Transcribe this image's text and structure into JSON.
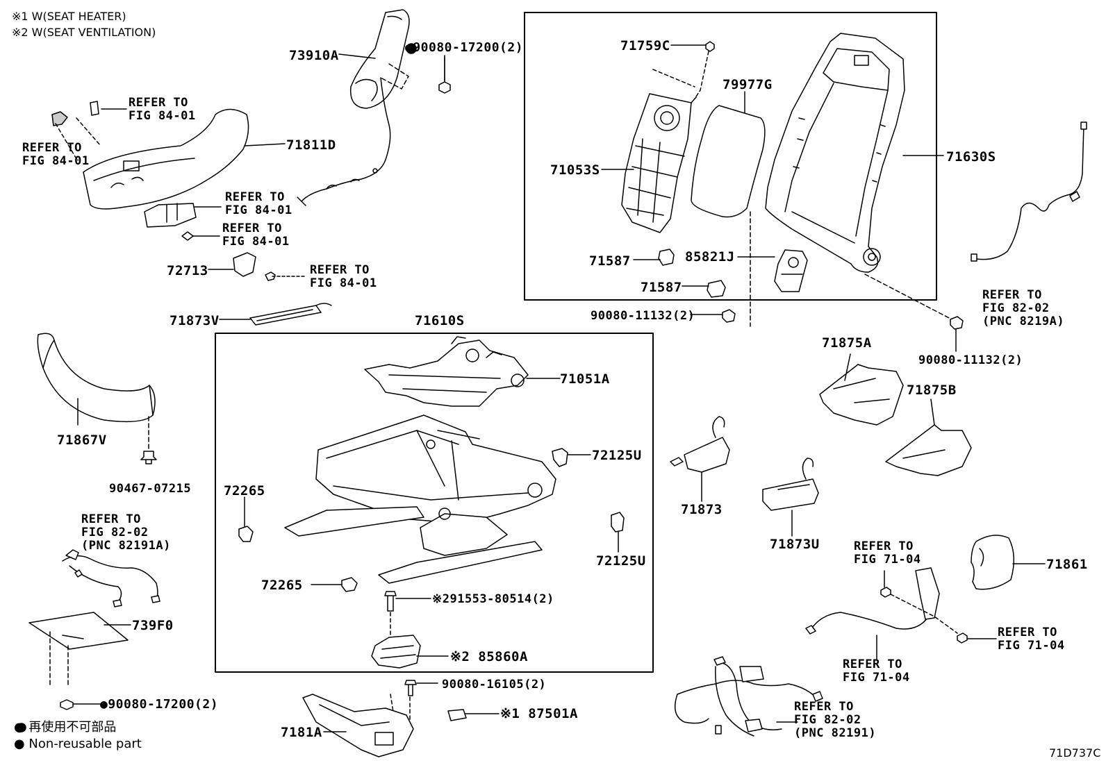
{
  "header_notes": {
    "note1": "※1 W(SEAT HEATER)",
    "note2": "※2 W(SEAT VENTILATION)"
  },
  "diagram_code": "71D737C",
  "legend": {
    "line1": "● 再使用不可部品",
    "line2": "● Non-reusable part"
  },
  "parts": {
    "p73910A": "73910A",
    "p90080_17200_top": "●90080-17200(2)",
    "p71811D": "71811D",
    "p72713": "72713",
    "p71873V": "71873V",
    "p71867V": "71867V",
    "p90467_07215": "90467-07215",
    "p739F0": "739F0",
    "p90080_17200_bot": "●90080-17200(2)",
    "p71759C": "71759C",
    "p79977G": "79977G",
    "p71053S": "71053S",
    "p71587_a": "71587",
    "p71587_b": "71587",
    "p85821J": "85821J",
    "p71630S": "71630S",
    "p90080_11132_a": "90080-11132(2)",
    "p90080_11132_b": "90080-11132(2)",
    "p71610S": "71610S",
    "p71051A": "71051A",
    "p72125U_a": "72125U",
    "p72125U_b": "72125U",
    "p72265_a": "72265",
    "p72265_b": "72265",
    "p91553": "※291553-80514(2)",
    "p85860A": "※2 85860A",
    "p90080_16105": "90080-16105(2)",
    "p87501A": "※1 87501A",
    "p7181A": "7181A",
    "p71875A": "71875A",
    "p71875B": "71875B",
    "p71873": "71873",
    "p71873U": "71873U",
    "p71861": "71861"
  },
  "refs": {
    "r1": [
      "REFER TO",
      "FIG 84-01"
    ],
    "r2": [
      "REFER TO",
      "FIG 84-01"
    ],
    "r3": [
      "REFER TO",
      "FIG 84-01"
    ],
    "r4": [
      "REFER TO",
      "FIG 84-01"
    ],
    "r5": [
      "REFER TO",
      "FIG 84-01"
    ],
    "r6": [
      "REFER TO",
      "FIG 82-02",
      "(PNC 82191A)"
    ],
    "r7": [
      "REFER TO",
      "FIG 82-02",
      "(PNC 8219A)"
    ],
    "r8": [
      "REFER TO",
      "FIG 71-04"
    ],
    "r9": [
      "REFER TO",
      "FIG 71-04"
    ],
    "r10": [
      "REFER TO",
      "FIG 71-04"
    ],
    "r11": [
      "REFER TO",
      "FIG 82-02",
      "(PNC 82191)"
    ]
  }
}
